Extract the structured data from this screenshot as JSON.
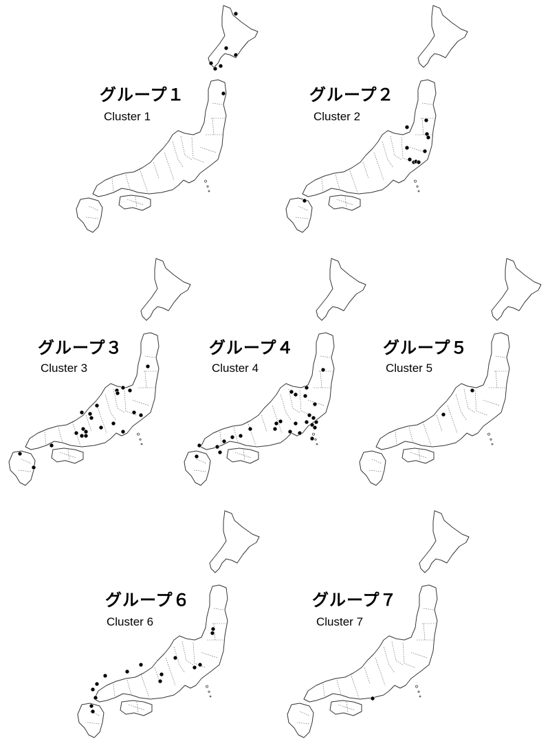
{
  "panels": [
    {
      "title_jp": "グループ１",
      "title_en": "Cluster 1",
      "points": [
        [
          240,
          20
        ],
        [
          226,
          70
        ],
        [
          240,
          80
        ],
        [
          204,
          92
        ],
        [
          210,
          100
        ],
        [
          218,
          96
        ],
        [
          222,
          136
        ]
      ]
    },
    {
      "title_jp": "グループ２",
      "title_en": "Cluster 2",
      "points": [
        [
          212,
          175
        ],
        [
          184,
          185
        ],
        [
          213,
          195
        ],
        [
          215,
          200
        ],
        [
          184,
          215
        ],
        [
          210,
          220
        ],
        [
          188,
          232
        ],
        [
          194,
          236
        ],
        [
          197,
          235
        ],
        [
          201,
          236
        ],
        [
          35,
          292
        ]
      ]
    },
    {
      "title_jp": "グループ３",
      "title_en": "Cluster 3",
      "points": [
        [
          210,
          165
        ],
        [
          184,
          200
        ],
        [
          174,
          196
        ],
        [
          165,
          200
        ],
        [
          166,
          204
        ],
        [
          136,
          222
        ],
        [
          190,
          232
        ],
        [
          200,
          236
        ],
        [
          114,
          232
        ],
        [
          126,
          234
        ],
        [
          128,
          240
        ],
        [
          116,
          256
        ],
        [
          120,
          260
        ],
        [
          106,
          262
        ],
        [
          114,
          266
        ],
        [
          120,
          266
        ],
        [
          160,
          248
        ],
        [
          142,
          254
        ],
        [
          174,
          260
        ],
        [
          70,
          280
        ],
        [
          24,
          292
        ],
        [
          44,
          312
        ]
      ]
    },
    {
      "title_jp": "グループ４",
      "title_en": "Cluster 4",
      "points": [
        [
          210,
          170
        ],
        [
          186,
          196
        ],
        [
          164,
          202
        ],
        [
          170,
          206
        ],
        [
          184,
          208
        ],
        [
          198,
          220
        ],
        [
          190,
          236
        ],
        [
          196,
          240
        ],
        [
          186,
          246
        ],
        [
          194,
          250
        ],
        [
          200,
          246
        ],
        [
          198,
          254
        ],
        [
          170,
          248
        ],
        [
          148,
          245
        ],
        [
          142,
          248
        ],
        [
          140,
          256
        ],
        [
          162,
          260
        ],
        [
          104,
          256
        ],
        [
          90,
          266
        ],
        [
          78,
          268
        ],
        [
          66,
          274
        ],
        [
          56,
          282
        ],
        [
          30,
          280
        ],
        [
          26,
          296
        ],
        [
          60,
          290
        ],
        [
          194,
          270
        ],
        [
          176,
          262
        ]
      ]
    },
    {
      "title_jp": "グループ５",
      "title_en": "Cluster 5",
      "points": [
        [
          172,
          200
        ],
        [
          130,
          235
        ]
      ]
    },
    {
      "title_jp": "グループ６",
      "title_en": "Cluster 6",
      "points": [
        [
          205,
          180
        ],
        [
          204,
          186
        ],
        [
          186,
          232
        ],
        [
          178,
          236
        ],
        [
          150,
          222
        ],
        [
          130,
          246
        ],
        [
          128,
          256
        ],
        [
          100,
          232
        ],
        [
          80,
          242
        ],
        [
          48,
          248
        ],
        [
          36,
          260
        ],
        [
          30,
          268
        ],
        [
          34,
          280
        ],
        [
          28,
          292
        ],
        [
          30,
          300
        ]
      ]
    },
    {
      "title_jp": "グループ７",
      "title_en": "Cluster 7",
      "points": [
        [
          132,
          281
        ]
      ]
    }
  ]
}
